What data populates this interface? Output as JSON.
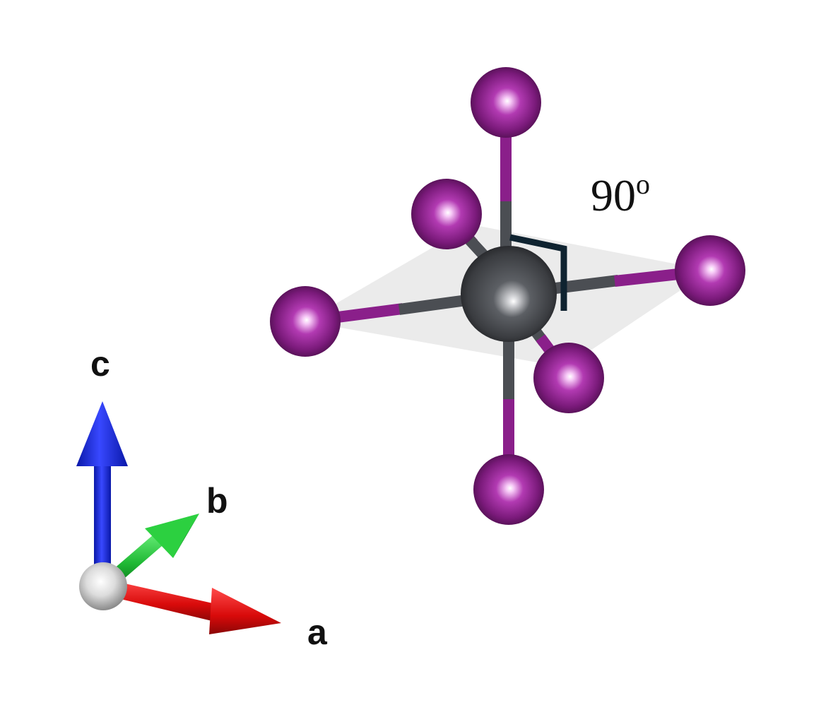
{
  "structure": {
    "central_atom_color": "#4a4d52",
    "ligand_color": "#8a1f8a",
    "bond_metal_color": "#4b4e53",
    "bond_ligand_color": "#8a1f8a",
    "plane_color": "#e6e6e6",
    "ligand_count": 6
  },
  "angle": {
    "value": "90",
    "superscript": "o",
    "marker_color": "#0f2330"
  },
  "axes": {
    "a": {
      "label": "a",
      "color": "#e01010"
    },
    "b": {
      "label": "b",
      "color": "#22c43a"
    },
    "c": {
      "label": "c",
      "color": "#1020e0"
    },
    "origin_color": "#dddddd"
  }
}
